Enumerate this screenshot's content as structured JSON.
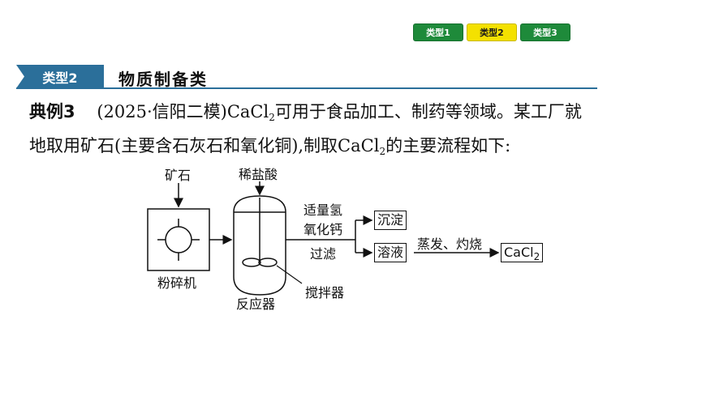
{
  "tabs": [
    {
      "label": "类型1",
      "color": "#1e8a3a"
    },
    {
      "label": "类型2",
      "color": "#f4e100"
    },
    {
      "label": "类型3",
      "color": "#1e8a3a"
    }
  ],
  "section": {
    "badge": "类型2",
    "title": "物质制备类"
  },
  "problem": {
    "label": "典例3",
    "source": "(2025·信阳二模)",
    "line1_pre": "CaCl",
    "line1_sub": "2",
    "line1_post": "可用于食品加工、制药等领域。某工厂就",
    "line2_pre": "地取用矿石(主要含石灰石和氧化铜),制取CaCl",
    "line2_sub": "2",
    "line2_post": "的主要流程如下:"
  },
  "diagram": {
    "ore": "矿石",
    "crusher": "粉碎机",
    "acid": "稀盐酸",
    "reactor": "反应器",
    "stirrer": "搅拌器",
    "reagent_line1": "适量氢",
    "reagent_line2": "氧化钙",
    "filter": "过滤",
    "precipitate": "沉淀",
    "solution": "溶液",
    "evap": "蒸发、灼烧",
    "product_pre": "CaCl",
    "product_sub": "2"
  }
}
